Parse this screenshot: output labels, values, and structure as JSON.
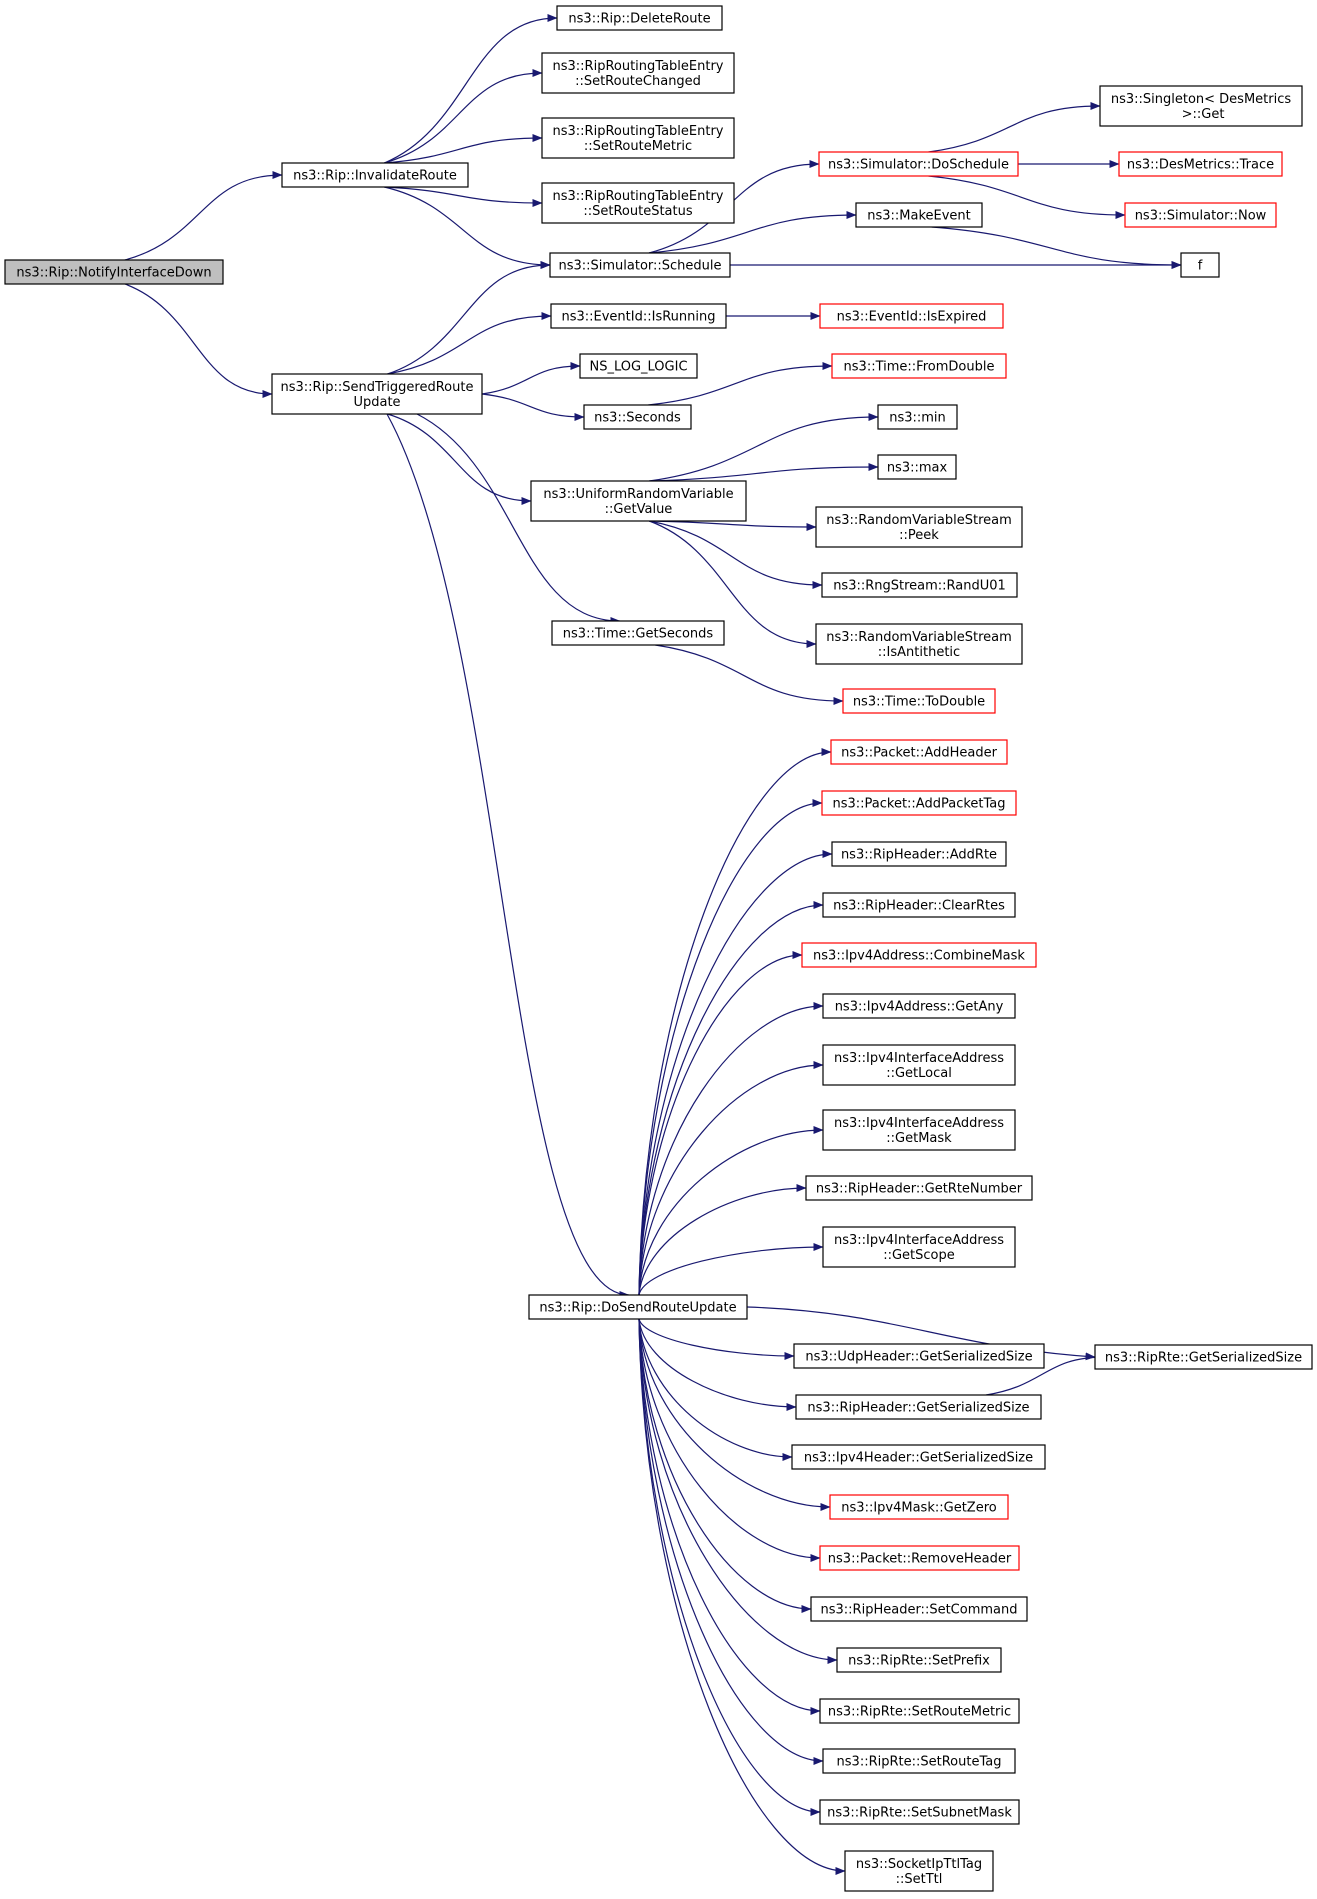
{
  "colors": {
    "edge": "#191970",
    "text": "#000000",
    "border_default": "#000000",
    "border_truncated": "#ff0000",
    "root_fill": "#bfbfbf",
    "fill": "#ffffff"
  },
  "nodes": [
    {
      "id": "root",
      "lines": [
        "ns3::Rip::NotifyInterfaceDown"
      ],
      "style": "root"
    },
    {
      "id": "invalidate_route",
      "lines": [
        "ns3::Rip::InvalidateRoute"
      ],
      "style": "normal"
    },
    {
      "id": "send_triggered",
      "lines": [
        "ns3::Rip::SendTriggeredRoute",
        "Update"
      ],
      "style": "normal"
    },
    {
      "id": "delete_route",
      "lines": [
        "ns3::Rip::DeleteRoute"
      ],
      "style": "normal"
    },
    {
      "id": "set_route_changed",
      "lines": [
        "ns3::RipRoutingTableEntry",
        "::SetRouteChanged"
      ],
      "style": "normal"
    },
    {
      "id": "set_route_metric_entry",
      "lines": [
        "ns3::RipRoutingTableEntry",
        "::SetRouteMetric"
      ],
      "style": "normal"
    },
    {
      "id": "set_route_status",
      "lines": [
        "ns3::RipRoutingTableEntry",
        "::SetRouteStatus"
      ],
      "style": "normal"
    },
    {
      "id": "simulator_schedule",
      "lines": [
        "ns3::Simulator::Schedule"
      ],
      "style": "normal"
    },
    {
      "id": "event_is_running",
      "lines": [
        "ns3::EventId::IsRunning"
      ],
      "style": "normal"
    },
    {
      "id": "ns_log_logic",
      "lines": [
        "NS_LOG_LOGIC"
      ],
      "style": "normal"
    },
    {
      "id": "seconds",
      "lines": [
        "ns3::Seconds"
      ],
      "style": "normal"
    },
    {
      "id": "uniform_get_value",
      "lines": [
        "ns3::UniformRandomVariable",
        "::GetValue"
      ],
      "style": "normal"
    },
    {
      "id": "time_get_seconds",
      "lines": [
        "ns3::Time::GetSeconds"
      ],
      "style": "normal"
    },
    {
      "id": "do_send_route_update",
      "lines": [
        "ns3::Rip::DoSendRouteUpdate"
      ],
      "style": "normal"
    },
    {
      "id": "simulator_do_schedule",
      "lines": [
        "ns3::Simulator::DoSchedule"
      ],
      "style": "truncated"
    },
    {
      "id": "make_event",
      "lines": [
        "ns3::MakeEvent"
      ],
      "style": "normal"
    },
    {
      "id": "singleton_get",
      "lines": [
        "ns3::Singleton< DesMetrics",
        " >::Get"
      ],
      "style": "normal"
    },
    {
      "id": "desmetrics_trace",
      "lines": [
        "ns3::DesMetrics::Trace"
      ],
      "style": "truncated"
    },
    {
      "id": "simulator_now",
      "lines": [
        "ns3::Simulator::Now"
      ],
      "style": "truncated"
    },
    {
      "id": "f",
      "lines": [
        "f"
      ],
      "style": "normal"
    },
    {
      "id": "event_is_expired",
      "lines": [
        "ns3::EventId::IsExpired"
      ],
      "style": "truncated"
    },
    {
      "id": "time_from_double",
      "lines": [
        "ns3::Time::FromDouble"
      ],
      "style": "truncated"
    },
    {
      "id": "min",
      "lines": [
        "ns3::min"
      ],
      "style": "normal"
    },
    {
      "id": "max",
      "lines": [
        "ns3::max"
      ],
      "style": "normal"
    },
    {
      "id": "rvs_peek",
      "lines": [
        "ns3::RandomVariableStream",
        "::Peek"
      ],
      "style": "normal"
    },
    {
      "id": "rng_rand_u01",
      "lines": [
        "ns3::RngStream::RandU01"
      ],
      "style": "normal"
    },
    {
      "id": "rvs_is_antithetic",
      "lines": [
        "ns3::RandomVariableStream",
        "::IsAntithetic"
      ],
      "style": "normal"
    },
    {
      "id": "time_to_double",
      "lines": [
        "ns3::Time::ToDouble"
      ],
      "style": "truncated"
    },
    {
      "id": "packet_add_header",
      "lines": [
        "ns3::Packet::AddHeader"
      ],
      "style": "truncated"
    },
    {
      "id": "packet_add_packet_tag",
      "lines": [
        "ns3::Packet::AddPacketTag"
      ],
      "style": "truncated"
    },
    {
      "id": "rip_header_add_rte",
      "lines": [
        "ns3::RipHeader::AddRte"
      ],
      "style": "normal"
    },
    {
      "id": "rip_header_clear_rtes",
      "lines": [
        "ns3::RipHeader::ClearRtes"
      ],
      "style": "normal"
    },
    {
      "id": "ipv4_combine_mask",
      "lines": [
        "ns3::Ipv4Address::CombineMask"
      ],
      "style": "truncated"
    },
    {
      "id": "ipv4_get_any",
      "lines": [
        "ns3::Ipv4Address::GetAny"
      ],
      "style": "normal"
    },
    {
      "id": "ipv4ia_get_local",
      "lines": [
        "ns3::Ipv4InterfaceAddress",
        "::GetLocal"
      ],
      "style": "normal"
    },
    {
      "id": "ipv4ia_get_mask",
      "lines": [
        "ns3::Ipv4InterfaceAddress",
        "::GetMask"
      ],
      "style": "normal"
    },
    {
      "id": "rip_header_get_rte_number",
      "lines": [
        "ns3::RipHeader::GetRteNumber"
      ],
      "style": "normal"
    },
    {
      "id": "ipv4ia_get_scope",
      "lines": [
        "ns3::Ipv4InterfaceAddress",
        "::GetScope"
      ],
      "style": "normal"
    },
    {
      "id": "udp_header_get_serialized_size",
      "lines": [
        "ns3::UdpHeader::GetSerializedSize"
      ],
      "style": "normal"
    },
    {
      "id": "rip_header_get_serialized_size",
      "lines": [
        "ns3::RipHeader::GetSerializedSize"
      ],
      "style": "normal"
    },
    {
      "id": "ipv4_header_get_serialized_size",
      "lines": [
        "ns3::Ipv4Header::GetSerializedSize"
      ],
      "style": "normal"
    },
    {
      "id": "ipv4mask_get_zero",
      "lines": [
        "ns3::Ipv4Mask::GetZero"
      ],
      "style": "truncated"
    },
    {
      "id": "packet_remove_header",
      "lines": [
        "ns3::Packet::RemoveHeader"
      ],
      "style": "truncated"
    },
    {
      "id": "rip_header_set_command",
      "lines": [
        "ns3::RipHeader::SetCommand"
      ],
      "style": "normal"
    },
    {
      "id": "rip_rte_set_prefix",
      "lines": [
        "ns3::RipRte::SetPrefix"
      ],
      "style": "normal"
    },
    {
      "id": "rip_rte_set_route_metric",
      "lines": [
        "ns3::RipRte::SetRouteMetric"
      ],
      "style": "normal"
    },
    {
      "id": "rip_rte_set_route_tag",
      "lines": [
        "ns3::RipRte::SetRouteTag"
      ],
      "style": "normal"
    },
    {
      "id": "rip_rte_set_subnet_mask",
      "lines": [
        "ns3::RipRte::SetSubnetMask"
      ],
      "style": "normal"
    },
    {
      "id": "socket_ip_ttl_tag_set_ttl",
      "lines": [
        "ns3::SocketIpTtlTag",
        "::SetTtl"
      ],
      "style": "normal"
    },
    {
      "id": "rip_rte_get_serialized_size",
      "lines": [
        "ns3::RipRte::GetSerializedSize"
      ],
      "style": "normal"
    }
  ],
  "edges": [
    {
      "from": "root",
      "to": "invalidate_route"
    },
    {
      "from": "root",
      "to": "send_triggered"
    },
    {
      "from": "invalidate_route",
      "to": "delete_route"
    },
    {
      "from": "invalidate_route",
      "to": "set_route_changed"
    },
    {
      "from": "invalidate_route",
      "to": "set_route_metric_entry"
    },
    {
      "from": "invalidate_route",
      "to": "set_route_status"
    },
    {
      "from": "invalidate_route",
      "to": "simulator_schedule"
    },
    {
      "from": "send_triggered",
      "to": "simulator_schedule"
    },
    {
      "from": "send_triggered",
      "to": "event_is_running"
    },
    {
      "from": "send_triggered",
      "to": "ns_log_logic"
    },
    {
      "from": "send_triggered",
      "to": "seconds"
    },
    {
      "from": "send_triggered",
      "to": "uniform_get_value"
    },
    {
      "from": "send_triggered",
      "to": "time_get_seconds"
    },
    {
      "from": "send_triggered",
      "to": "do_send_route_update"
    },
    {
      "from": "simulator_schedule",
      "to": "simulator_do_schedule"
    },
    {
      "from": "simulator_schedule",
      "to": "make_event"
    },
    {
      "from": "simulator_schedule",
      "to": "f"
    },
    {
      "from": "simulator_do_schedule",
      "to": "singleton_get"
    },
    {
      "from": "simulator_do_schedule",
      "to": "desmetrics_trace"
    },
    {
      "from": "simulator_do_schedule",
      "to": "simulator_now"
    },
    {
      "from": "make_event",
      "to": "f"
    },
    {
      "from": "event_is_running",
      "to": "event_is_expired"
    },
    {
      "from": "seconds",
      "to": "time_from_double"
    },
    {
      "from": "uniform_get_value",
      "to": "min"
    },
    {
      "from": "uniform_get_value",
      "to": "max"
    },
    {
      "from": "uniform_get_value",
      "to": "rvs_peek"
    },
    {
      "from": "uniform_get_value",
      "to": "rng_rand_u01"
    },
    {
      "from": "uniform_get_value",
      "to": "rvs_is_antithetic"
    },
    {
      "from": "time_get_seconds",
      "to": "time_to_double"
    },
    {
      "from": "do_send_route_update",
      "to": "packet_add_header"
    },
    {
      "from": "do_send_route_update",
      "to": "packet_add_packet_tag"
    },
    {
      "from": "do_send_route_update",
      "to": "rip_header_add_rte"
    },
    {
      "from": "do_send_route_update",
      "to": "rip_header_clear_rtes"
    },
    {
      "from": "do_send_route_update",
      "to": "ipv4_combine_mask"
    },
    {
      "from": "do_send_route_update",
      "to": "ipv4_get_any"
    },
    {
      "from": "do_send_route_update",
      "to": "ipv4ia_get_local"
    },
    {
      "from": "do_send_route_update",
      "to": "ipv4ia_get_mask"
    },
    {
      "from": "do_send_route_update",
      "to": "rip_header_get_rte_number"
    },
    {
      "from": "do_send_route_update",
      "to": "ipv4ia_get_scope"
    },
    {
      "from": "do_send_route_update",
      "to": "rip_rte_get_serialized_size"
    },
    {
      "from": "do_send_route_update",
      "to": "udp_header_get_serialized_size"
    },
    {
      "from": "do_send_route_update",
      "to": "rip_header_get_serialized_size"
    },
    {
      "from": "do_send_route_update",
      "to": "ipv4_header_get_serialized_size"
    },
    {
      "from": "do_send_route_update",
      "to": "ipv4mask_get_zero"
    },
    {
      "from": "do_send_route_update",
      "to": "packet_remove_header"
    },
    {
      "from": "do_send_route_update",
      "to": "rip_header_set_command"
    },
    {
      "from": "do_send_route_update",
      "to": "rip_rte_set_prefix"
    },
    {
      "from": "do_send_route_update",
      "to": "rip_rte_set_route_metric"
    },
    {
      "from": "do_send_route_update",
      "to": "rip_rte_set_route_tag"
    },
    {
      "from": "do_send_route_update",
      "to": "rip_rte_set_subnet_mask"
    },
    {
      "from": "do_send_route_update",
      "to": "socket_ip_ttl_tag_set_ttl"
    },
    {
      "from": "rip_header_get_serialized_size",
      "to": "rip_rte_get_serialized_size"
    }
  ]
}
